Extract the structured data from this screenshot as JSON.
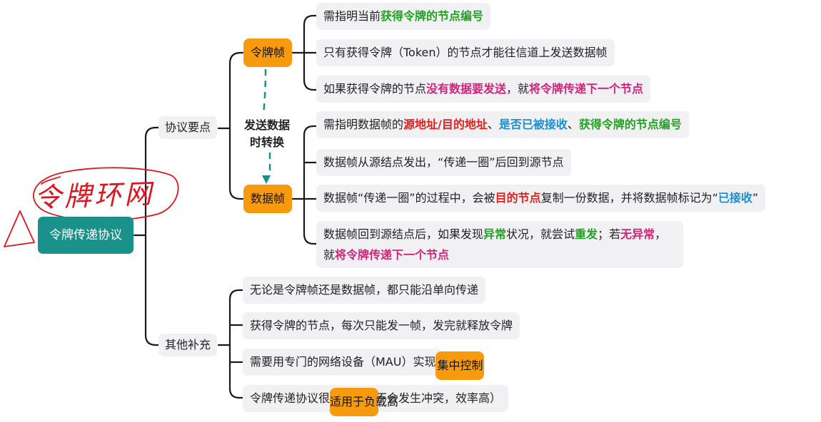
{
  "root": {
    "label": "令牌传递协议"
  },
  "handwriting": {
    "text": "令牌环网"
  },
  "branches": {
    "protocol": {
      "label": "协议要点"
    },
    "other": {
      "label": "其他补充"
    }
  },
  "token_frame": {
    "label": "令牌帧",
    "items": [
      {
        "parts": [
          {
            "text": "需指明当前",
            "style": "plain"
          },
          {
            "text": "获得令牌的节点编号",
            "style": "green"
          }
        ]
      },
      {
        "parts": [
          {
            "text": "只有获得令牌（Token）的节点才能往信道上发送数据帧",
            "style": "plain"
          }
        ]
      },
      {
        "parts": [
          {
            "text": "如果获得令牌的节点",
            "style": "plain"
          },
          {
            "text": "没有数据要发送",
            "style": "pink"
          },
          {
            "text": "，就",
            "style": "plain"
          },
          {
            "text": "将令牌传递下一个节点",
            "style": "pink"
          }
        ]
      }
    ]
  },
  "conversion": {
    "line1": "发送数据",
    "line2": "时转换"
  },
  "data_frame": {
    "label": "数据帧",
    "items": [
      {
        "parts": [
          {
            "text": "需指明数据帧的",
            "style": "plain"
          },
          {
            "text": "源地址/目的地址",
            "style": "red"
          },
          {
            "text": "、",
            "style": "plain"
          },
          {
            "text": "是否已被接收",
            "style": "blue"
          },
          {
            "text": "、",
            "style": "plain"
          },
          {
            "text": "获得令牌的节点编号",
            "style": "green"
          }
        ]
      },
      {
        "parts": [
          {
            "text": "数据帧从源结点发出，“传递一圈”后回到源节点",
            "style": "plain"
          }
        ]
      },
      {
        "parts": [
          {
            "text": "数据帧“传递一圈”的过程中，会被",
            "style": "plain"
          },
          {
            "text": "目的节点",
            "style": "red"
          },
          {
            "text": "复制一份数据，并将数据帧标记为“",
            "style": "plain"
          },
          {
            "text": "已接收",
            "style": "blue"
          },
          {
            "text": "”",
            "style": "plain"
          }
        ]
      },
      {
        "parts": [
          {
            "text": "数据帧回到源结点后，如果发现",
            "style": "plain"
          },
          {
            "text": "异常",
            "style": "green"
          },
          {
            "text": "状况，就尝试",
            "style": "plain"
          },
          {
            "text": "重发",
            "style": "green"
          },
          {
            "text": "；若",
            "style": "plain"
          },
          {
            "text": "无异常",
            "style": "pink"
          },
          {
            "text": "，就",
            "style": "plain"
          },
          {
            "text": "将令牌传递下一个节点",
            "style": "pink"
          }
        ]
      }
    ]
  },
  "other_items": [
    {
      "parts": [
        {
          "text": "无论是令牌帧还是数据帧，都只能沿单向传递",
          "style": "plain"
        }
      ]
    },
    {
      "parts": [
        {
          "text": "获得令牌的节点，每次只能发一帧，发完就释放令牌",
          "style": "plain"
        }
      ]
    },
    {
      "parts": [
        {
          "text": "需要用专门的网络设备（MAU）实现",
          "style": "plain"
        },
        {
          "text": "集中控制",
          "style": "orange"
        }
      ]
    },
    {
      "parts": [
        {
          "text": "令牌传递协议很",
          "style": "plain"
        },
        {
          "text": "适用于负载高",
          "style": "orange"
        },
        {
          "text": "的网络（不会发生冲突，效率高）",
          "style": "plain"
        }
      ]
    }
  ],
  "colors": {
    "root_bg": "#1a918a",
    "node_orange": "#f79a0e",
    "leaf_bg": "#f1f1f3",
    "connector": "#1a1a1a",
    "dashed_arrow": "#1a918a",
    "annotation_red": "#e0141e",
    "green": "#23a123",
    "pink": "#d4237a",
    "red": "#e12020",
    "blue": "#1a8fd6",
    "orange": "#ef7a0a"
  }
}
